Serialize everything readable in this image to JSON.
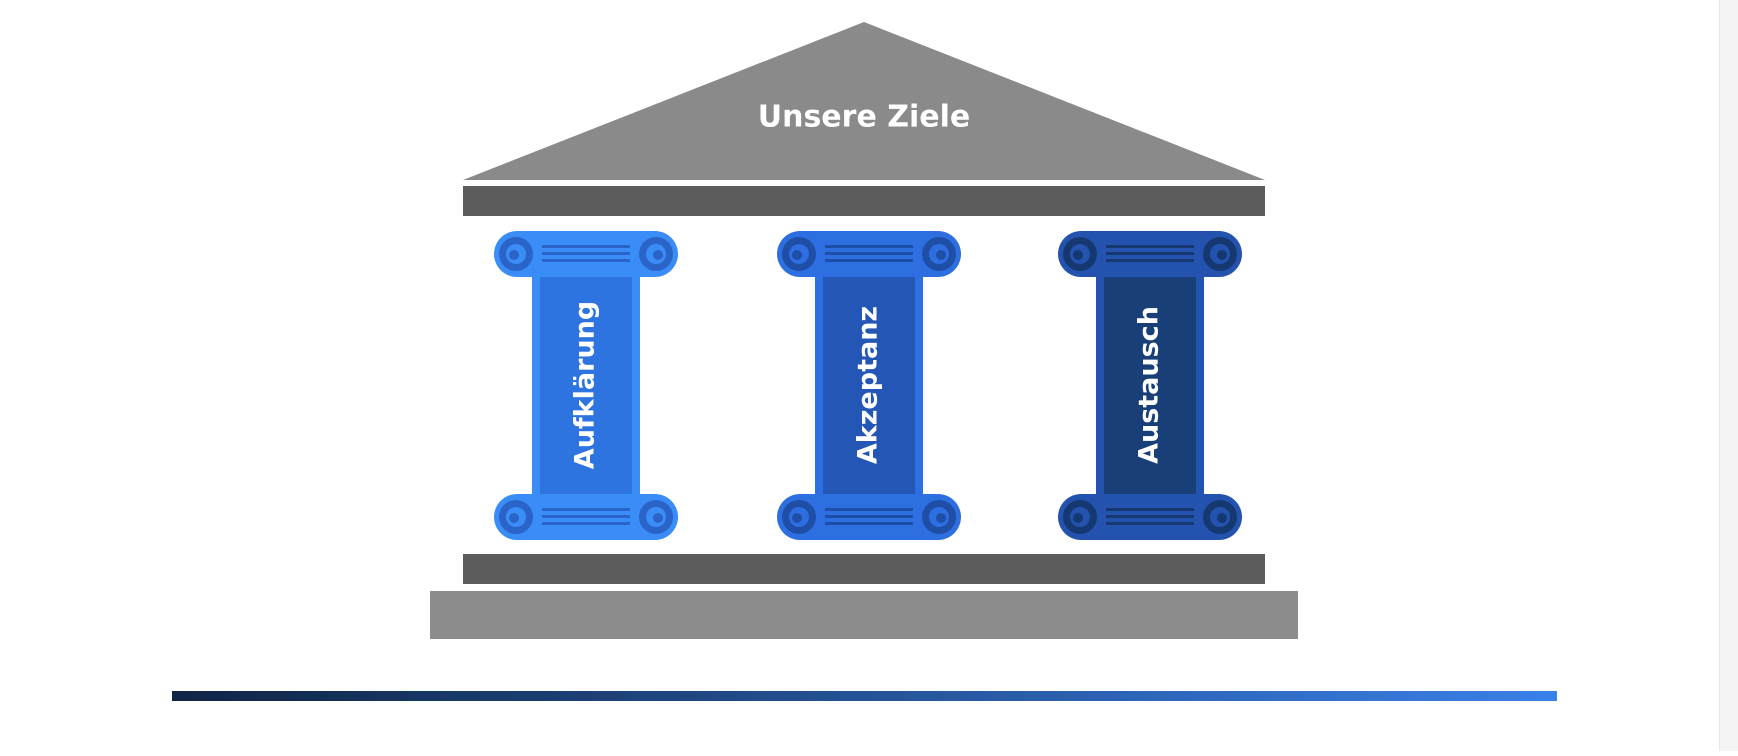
{
  "temple": {
    "title": "Unsere Ziele",
    "pillars": [
      {
        "label": "Aufklärung",
        "capital_color": "#3a8cf6",
        "shaft_color": "#2e74e0",
        "detail_color": "#2a64c8"
      },
      {
        "label": "Akzeptanz",
        "capital_color": "#2d6ee0",
        "shaft_color": "#2456b5",
        "detail_color": "#1f4ea6"
      },
      {
        "label": "Austausch",
        "capital_color": "#2353ae",
        "shaft_color": "#193f78",
        "detail_color": "#163870"
      }
    ]
  },
  "colors": {
    "roof": "#8a8a8a",
    "beam": "#5c5c5c",
    "base": "#8c8c8c",
    "gradient_start": "#0f2545",
    "gradient_end": "#3a80e8"
  }
}
